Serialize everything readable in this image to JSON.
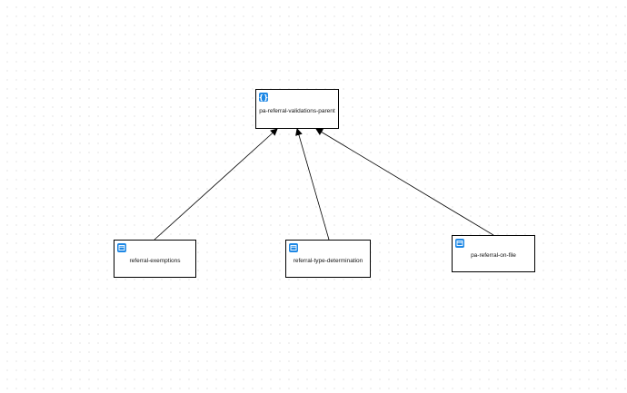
{
  "diagram": {
    "colors": {
      "icon": "#1e88e5",
      "border": "#000000",
      "edge": "#000000"
    },
    "nodes": [
      {
        "id": "parent",
        "label": "pa-referral-validations-parent",
        "icon": "curly-braces-icon"
      },
      {
        "id": "exemptions",
        "label": "referral-exemptions",
        "icon": "window-icon"
      },
      {
        "id": "type-determination",
        "label": "referral-type-determination",
        "icon": "window-icon"
      },
      {
        "id": "on-file",
        "label": "pa-referral-on-file",
        "icon": "window-icon"
      }
    ],
    "edges": [
      {
        "from": "exemptions",
        "to": "parent"
      },
      {
        "from": "type-determination",
        "to": "parent"
      },
      {
        "from": "on-file",
        "to": "parent"
      }
    ]
  }
}
